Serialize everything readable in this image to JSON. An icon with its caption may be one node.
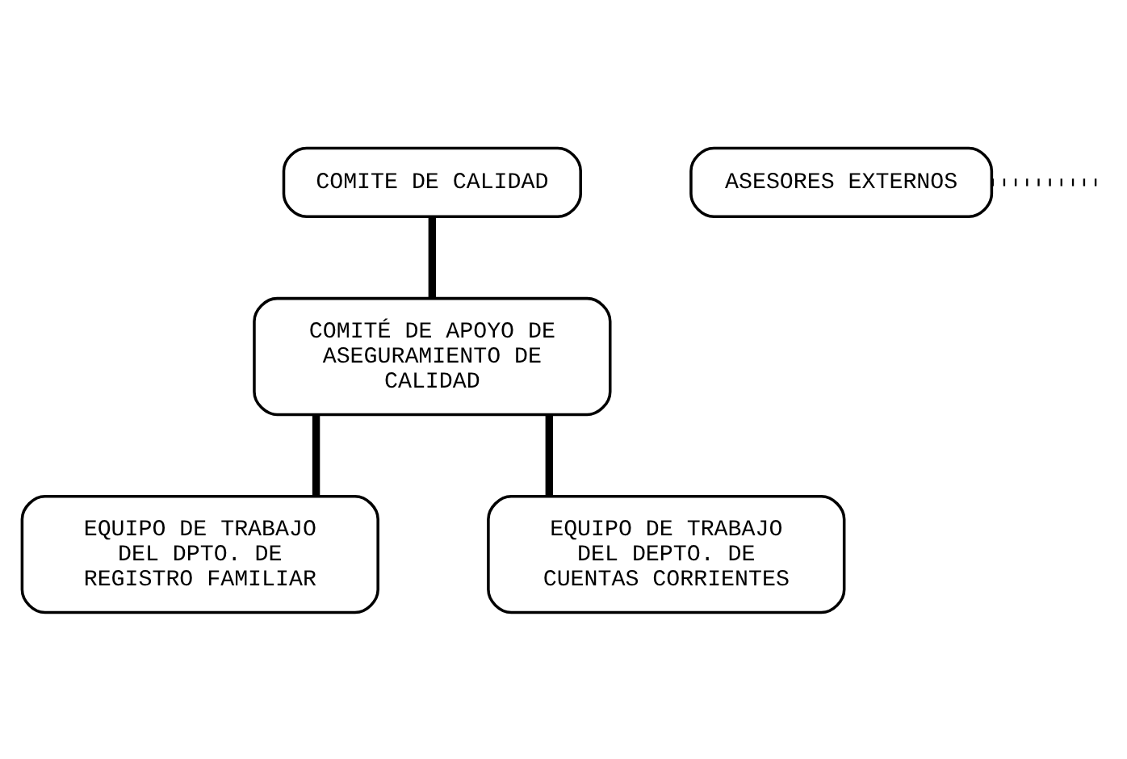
{
  "diagram": {
    "nodes": [
      {
        "text": [
          "COMITE DE CALIDAD"
        ]
      },
      {
        "text": [
          "ASESORES EXTERNOS"
        ]
      },
      {
        "text": [
          "COMITÉ DE APOYO DE ASEGURAMIENTO DE CALIDAD"
        ]
      },
      {
        "text": [
          "EQUIPO DE TRABAJO DEL DPTO. DE REGISTRO FAMILIAR"
        ]
      },
      {
        "text": [
          "EQUIPO DE TRABAJO DEL DEPTO. DE CUENTAS CORRIENTES"
        ]
      }
    ],
    "edges": [
      {
        "from": 0,
        "to": 2,
        "arrow": "none"
      },
      {
        "from": 1,
        "to": null,
        "arrow": "none",
        "style": "dashed"
      },
      {
        "from": 2,
        "to": 3,
        "arrow": "none"
      },
      {
        "from": 2,
        "to": 4,
        "arrow": "none"
      }
    ]
  }
}
